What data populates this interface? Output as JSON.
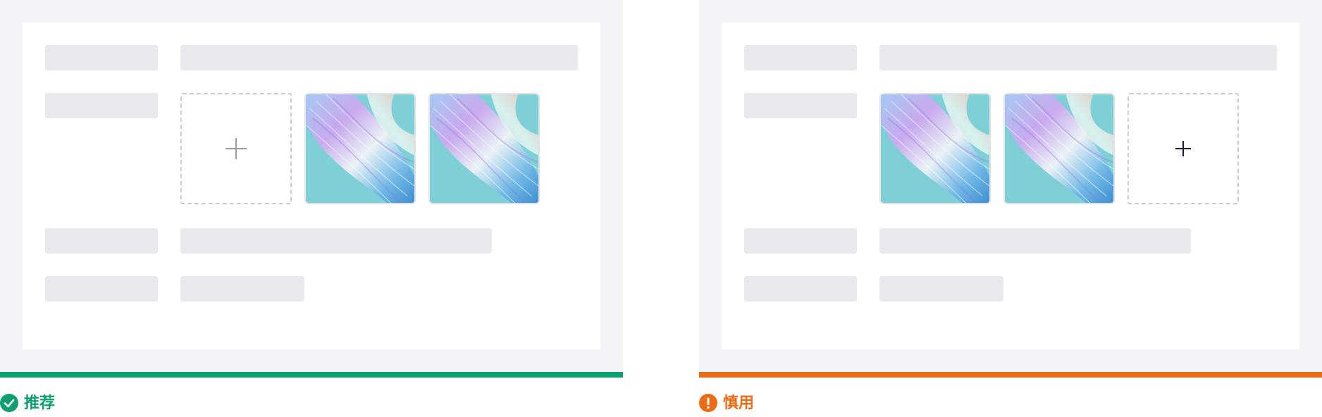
{
  "colors": {
    "panel_bg": "#f3f4f7",
    "card_bg": "#ffffff",
    "placeholder": "#e8eaee",
    "dashed_border": "#c9cbd0",
    "plus_left": "#9a9ca3",
    "plus_right": "#1c1b33",
    "recommended": "#0e9f6e",
    "caution": "#ea6c14"
  },
  "examples": [
    {
      "status": "recommended",
      "label": "推荐",
      "icon": "check-circle-icon",
      "order": [
        "upload-button",
        "image",
        "image"
      ]
    },
    {
      "status": "caution",
      "label": "慎用",
      "icon": "exclamation-circle-icon",
      "order": [
        "image",
        "image",
        "upload-button"
      ]
    }
  ]
}
